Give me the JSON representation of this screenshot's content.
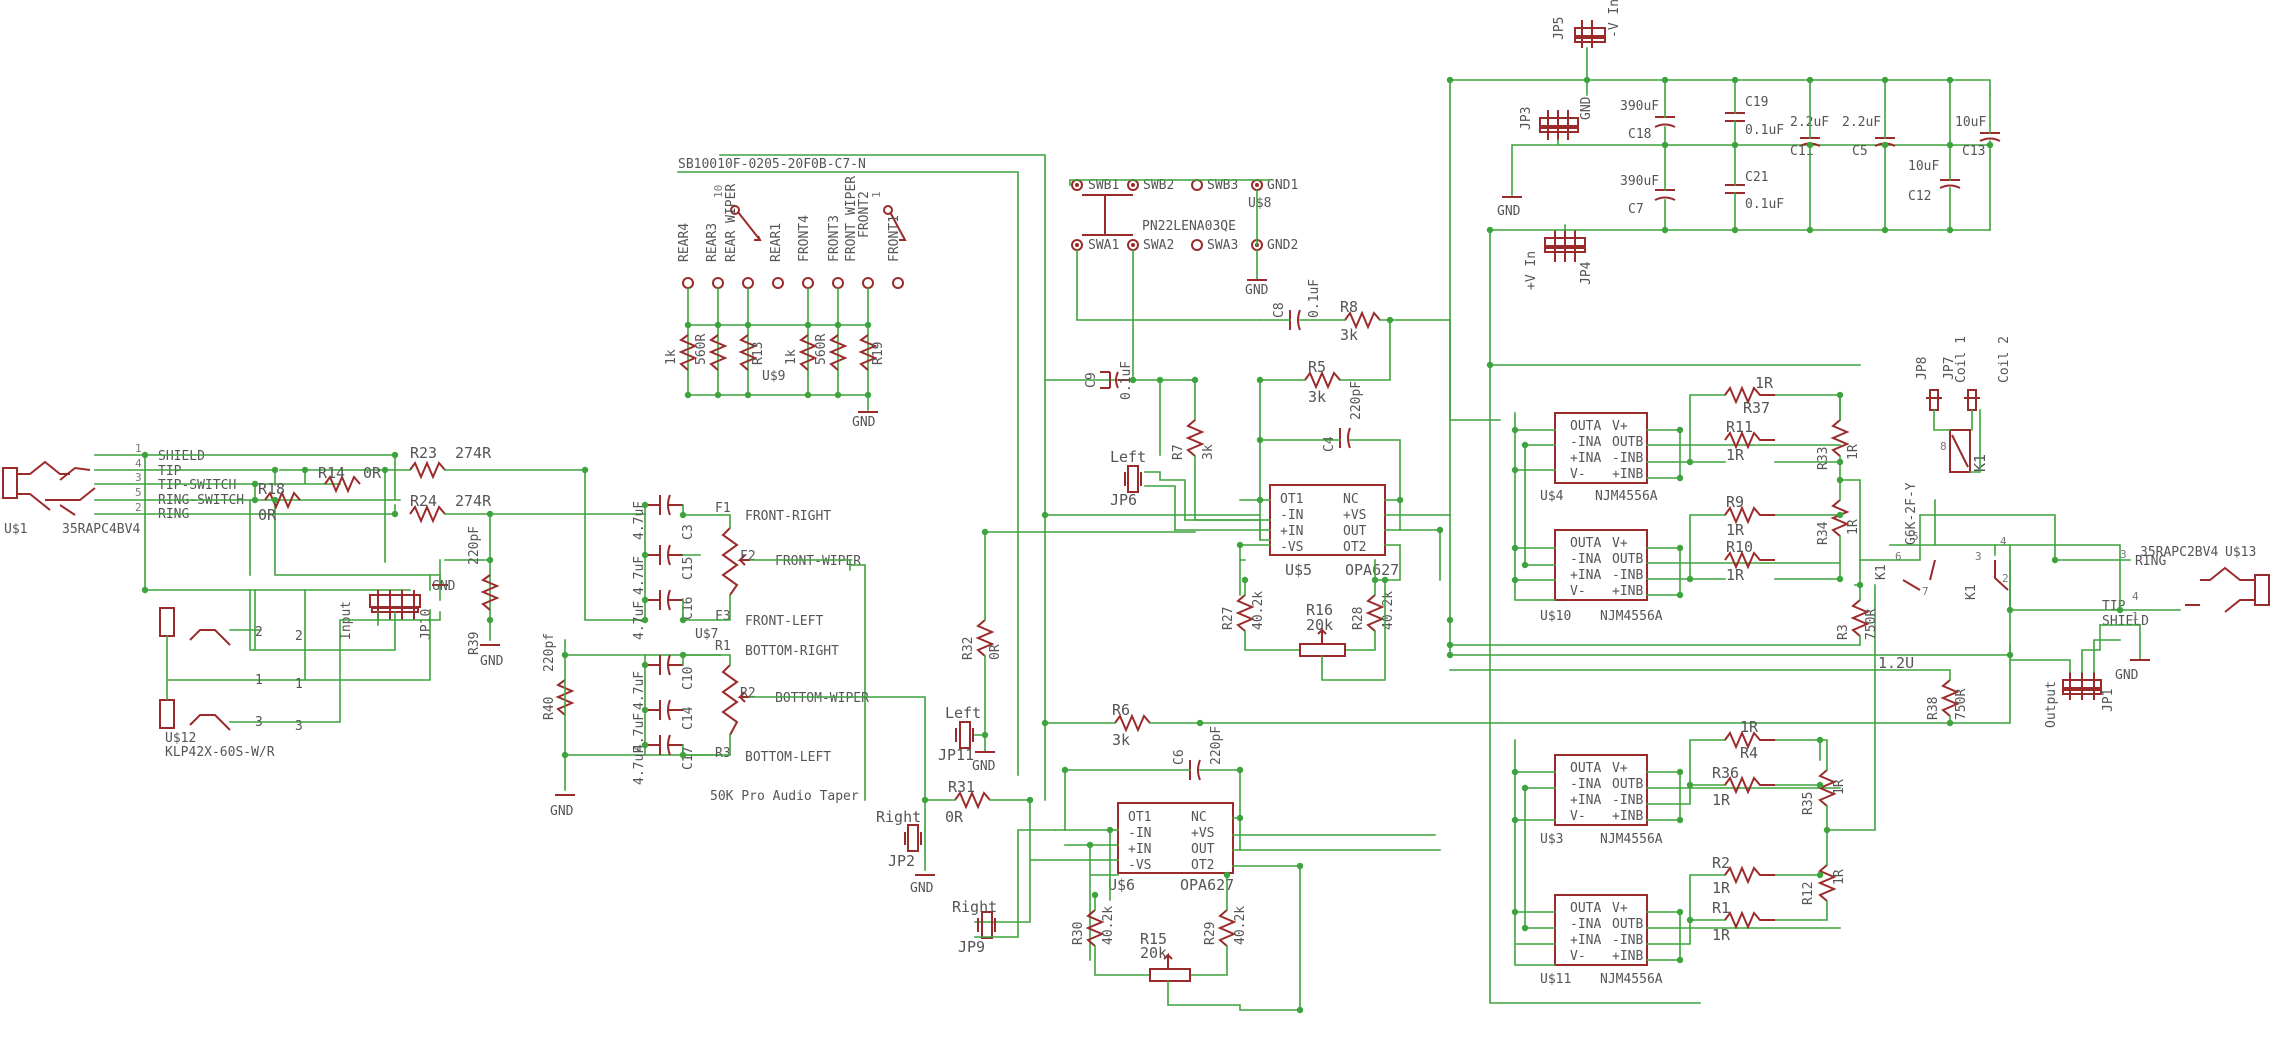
{
  "connectors": {
    "left_jack": {
      "ref": "U$1",
      "part": "35RAPC4BV4",
      "pins": [
        "SHIELD",
        "TIP",
        "TIP-SWITCH",
        "RING-SWITCH",
        "RING"
      ],
      "pin_nums": [
        "1",
        "4",
        "3",
        "5",
        "2"
      ]
    },
    "right_jack": {
      "ref": "U$13",
      "part": "35RAPC2BV4",
      "pins": [
        "RING",
        "TIP",
        "SHIELD"
      ],
      "pin_nums": [
        "3",
        "4",
        "1"
      ]
    },
    "klp": {
      "ref": "U$12",
      "part": "KLP42X-60S-W/R",
      "pins": [
        "2",
        "1",
        "3"
      ]
    }
  },
  "components": {
    "R23": "R23",
    "R23v": "274R",
    "R24": "R24",
    "R24v": "274R",
    "R14": "R14",
    "R14v": "0R",
    "R18": "R18",
    "R18v": "0R",
    "R39": "R39",
    "R39v": "220pF",
    "R40": "R40",
    "R40v": "220pf",
    "C3": "C3",
    "C15": "C15",
    "C16": "C16",
    "C10": "C10",
    "C14": "C14",
    "C17": "C17",
    "cap47": "4.7uF",
    "F1": "F1",
    "F2": "F2",
    "F3": "F3",
    "R1pot": "R1",
    "R2pot": "R2",
    "R3pot": "R3",
    "U7": "U$7",
    "front_right": "FRONT-RIGHT",
    "front_wiper": "FRONT-WIPER",
    "front_left": "FRONT-LEFT",
    "bottom_right": "BOTTOM-RIGHT",
    "bottom_wiper": "BOTTOM-WIPER",
    "bottom_left": "BOTTOM-LEFT",
    "taper": "50K Pro Audio Taper",
    "sw_part": "SB10010F-0205-20F0B-C7-N",
    "U9": "U$9",
    "R13": "R13",
    "R19": "R19",
    "r1k": "1k",
    "r560": "560R",
    "rear4": "REAR4",
    "rear3": "REAR3",
    "rear_wiper": "REAR WIPER",
    "rear1": "REAR1",
    "front4": "FRONT4",
    "front3": "FRONT3",
    "front_wiper2": "FRONT WIPER",
    "front2": "FRONT2",
    "front1": "FRONT1",
    "gnd": "GND",
    "pn": "PN22LENA03QE",
    "U8": "U$8",
    "SWB1": "SWB1",
    "SWB2": "SWB2",
    "SWB3": "SWB3",
    "GND1": "GND1",
    "SWA1": "SWA1",
    "SWA2": "SWA2",
    "SWA3": "SWA3",
    "GND2": "GND2",
    "C8": "C8",
    "C8v": "0.1uF",
    "R8": "R8",
    "R8v": "3k",
    "C9": "C9",
    "C9v": "0.1uF",
    "R5": "R5",
    "R5v": "3k",
    "R7": "R7",
    "R7v": "3k",
    "C4": "C4",
    "C4v": "220pF",
    "U5": "U$5",
    "opa": "OPA627",
    "U6": "U$6",
    "R27": "R27",
    "R28": "R28",
    "R29": "R29",
    "R30": "R30",
    "r402": "40.2k",
    "R16": "R16",
    "R15": "R15",
    "r20k": "20k",
    "R6": "R6",
    "R6v": "3k",
    "C6": "C6",
    "C6v": "220pF",
    "R31": "R31",
    "R31v": "0R",
    "R32": "R32",
    "R32v": "0R",
    "JP6": "JP6",
    "Left": "Left",
    "JP11": "JP11",
    "JP2": "JP2",
    "JP9": "JP9",
    "Right": "Right",
    "JP10": "JP10",
    "Input": "Input",
    "U4": "U$4",
    "U10": "U$10",
    "U3": "U$3",
    "U11": "U$11",
    "njm": "NJM4556A",
    "R37": "R37",
    "R11": "R11",
    "R9": "R9",
    "R10": "R10",
    "R4": "R4",
    "R36": "R36",
    "R2": "R2",
    "R1": "R1",
    "r1r": "1R",
    "R33": "R33",
    "R34": "R34",
    "R35": "R35",
    "R12": "R12",
    "R3": "R3",
    "R3v": "750R",
    "R38": "R38",
    "R38v": "750R",
    "r12u": "1.2U",
    "K1": "K1",
    "K1part": "G6K-2F-Y",
    "JP8": "JP8",
    "JP7": "JP7",
    "coil1": "Coil 1",
    "coil2": "Coil 2",
    "C18": "C18",
    "C7": "C7",
    "cap390": "390uF",
    "C19": "C19",
    "C21": "C21",
    "cap01": "0.1uF",
    "C11": "C11",
    "C5": "C5",
    "cap22": "2.2uF",
    "C12": "C12",
    "C13": "C13",
    "cap10": "10uF",
    "JP5": "JP5",
    "vin_neg": "-V In",
    "JP3": "JP3",
    "JP4": "JP4",
    "vin_pos": "+V In",
    "Output": "Output",
    "JP1": "JP1"
  },
  "ic_pins": {
    "opa_left": [
      "OT1",
      "-IN",
      "+IN",
      "-VS"
    ],
    "opa_right": [
      "NC",
      "+VS",
      "OUT",
      "OT2"
    ],
    "njm_left": [
      "OUTA",
      "-INA",
      "+INA",
      "V-"
    ],
    "njm_right": [
      "V+",
      "OUTB",
      "-INB",
      "+INB"
    ]
  },
  "colors": {
    "wire": "#3da33d",
    "part": "#9b2b2b",
    "text": "#555555",
    "background": "#ffffff"
  }
}
